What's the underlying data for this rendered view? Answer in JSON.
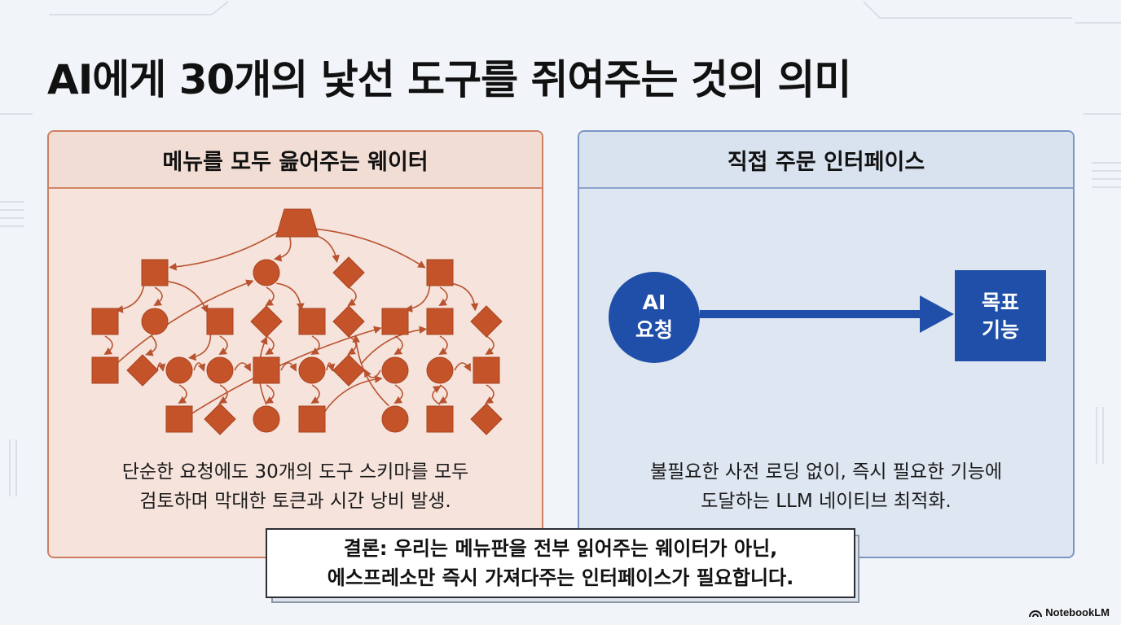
{
  "title": "AI에게 30개의 낯선 도구를 쥐여주는 것의 의미",
  "left_panel": {
    "heading": "메뉴를 모두 읊어주는 웨이터",
    "description_line1": "단순한 요청에도 30개의 도구 스키마를 모두",
    "description_line2": "검토하며 막대한 토큰과 시간 낭비 발생.",
    "accent_color": "#c4532a"
  },
  "right_panel": {
    "heading": "직접 주문 인터페이스",
    "source_node_line1": "AI",
    "source_node_line2": "요청",
    "target_node_line1": "목표",
    "target_node_line2": "기능",
    "description_line1": "불필요한 사전 로딩 없이, 즉시 필요한 기능에",
    "description_line2": "도달하는 LLM 네이티브 최적화.",
    "accent_color": "#1f4fa8"
  },
  "conclusion": {
    "line1": "결론: 우리는 메뉴판을 전부 읽어주는 웨이터가 아닌,",
    "line2": "에스프레소만 즉시 가져다주는 인터페이스가 필요합니다."
  },
  "branding": {
    "icon": "notebooklm-logo-icon",
    "label": "NotebookLM"
  }
}
